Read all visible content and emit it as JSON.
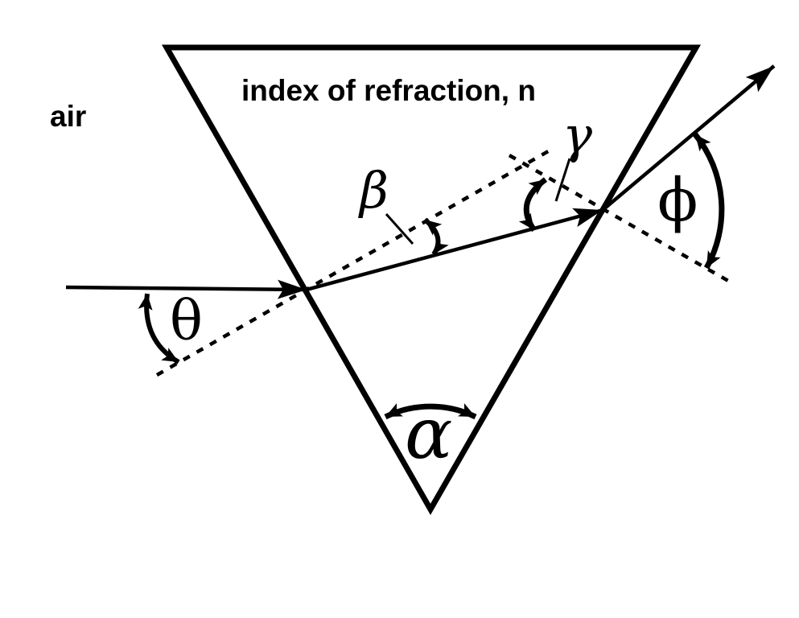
{
  "scene": {
    "background_color": "#ffffff",
    "ink_color": "#000000"
  },
  "labels": {
    "air": "air",
    "medium": "index of refraction, n",
    "theta": "θ",
    "beta": "β",
    "gamma": "γ",
    "alpha": "α",
    "phi": "ϕ"
  }
}
